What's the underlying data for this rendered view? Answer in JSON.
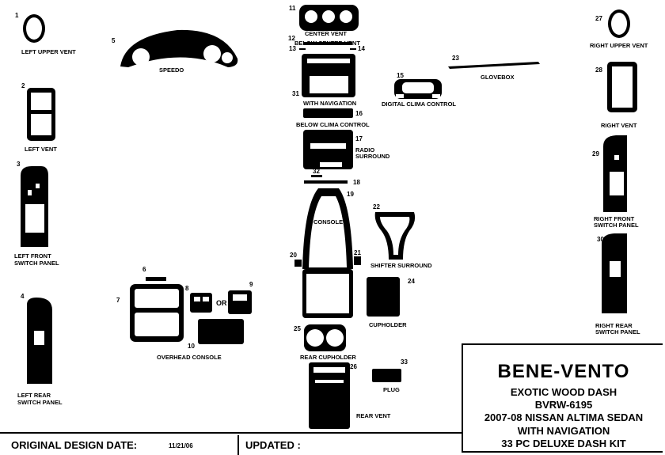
{
  "parts": [
    {
      "num": "1",
      "label": "LEFT UPPER VENT"
    },
    {
      "num": "2",
      "label": "LEFT VENT"
    },
    {
      "num": "3",
      "label": "LEFT FRONT",
      "label2": "SWITCH PANEL"
    },
    {
      "num": "4",
      "label": "LEFT REAR",
      "label2": "SWITCH PANEL"
    },
    {
      "num": "5",
      "label": "SPEEDO"
    },
    {
      "num": "6"
    },
    {
      "num": "7"
    },
    {
      "num": "8"
    },
    {
      "num": "9"
    },
    {
      "num": "10",
      "label": "OVERHEAD CONSOLE"
    },
    {
      "num": "11",
      "label": "CENTER VENT"
    },
    {
      "num": "12",
      "label": "BELOW CENTER VENT"
    },
    {
      "num": "13"
    },
    {
      "num": "14"
    },
    {
      "num": "15",
      "label": "DIGITAL CLIMA CONTROL"
    },
    {
      "num": "16",
      "label": "BELOW CLIMA CONTROL"
    },
    {
      "num": "17",
      "label": "RADIO",
      "label2": "SURROUND"
    },
    {
      "num": "18"
    },
    {
      "num": "19",
      "label": "CONSOLE"
    },
    {
      "num": "20"
    },
    {
      "num": "21"
    },
    {
      "num": "22",
      "label": "SHIFTER SURROUND"
    },
    {
      "num": "23",
      "label": "GLOVEBOX"
    },
    {
      "num": "24",
      "label": "CUPHOLDER"
    },
    {
      "num": "25",
      "label": "REAR CUPHOLDER"
    },
    {
      "num": "26",
      "label": "REAR VENT"
    },
    {
      "num": "27",
      "label": "RIGHT UPPER VENT"
    },
    {
      "num": "28",
      "label": "RIGHT VENT"
    },
    {
      "num": "29",
      "label": "RIGHT FRONT",
      "label2": "SWITCH PANEL"
    },
    {
      "num": "30",
      "label": "RIGHT REAR",
      "label2": "SWITCH PANEL"
    },
    {
      "num": "31",
      "label": "WITH NAVIGATION"
    },
    {
      "num": "32"
    },
    {
      "num": "33",
      "label": "PLUG"
    }
  ],
  "or_text": "OR",
  "title_block": {
    "brand": "BENE-VENTO",
    "line1": "EXOTIC WOOD DASH",
    "line2": "BVRW-6195",
    "line3": "2007-08 NISSAN ALTIMA SEDAN",
    "line4": "WITH NAVIGATION",
    "line5": "33 PC DELUXE DASH KIT"
  },
  "footer": {
    "original_label": "ORIGINAL DESIGN DATE:",
    "original_date": "11/21/06",
    "updated_label": "UPDATED :"
  }
}
